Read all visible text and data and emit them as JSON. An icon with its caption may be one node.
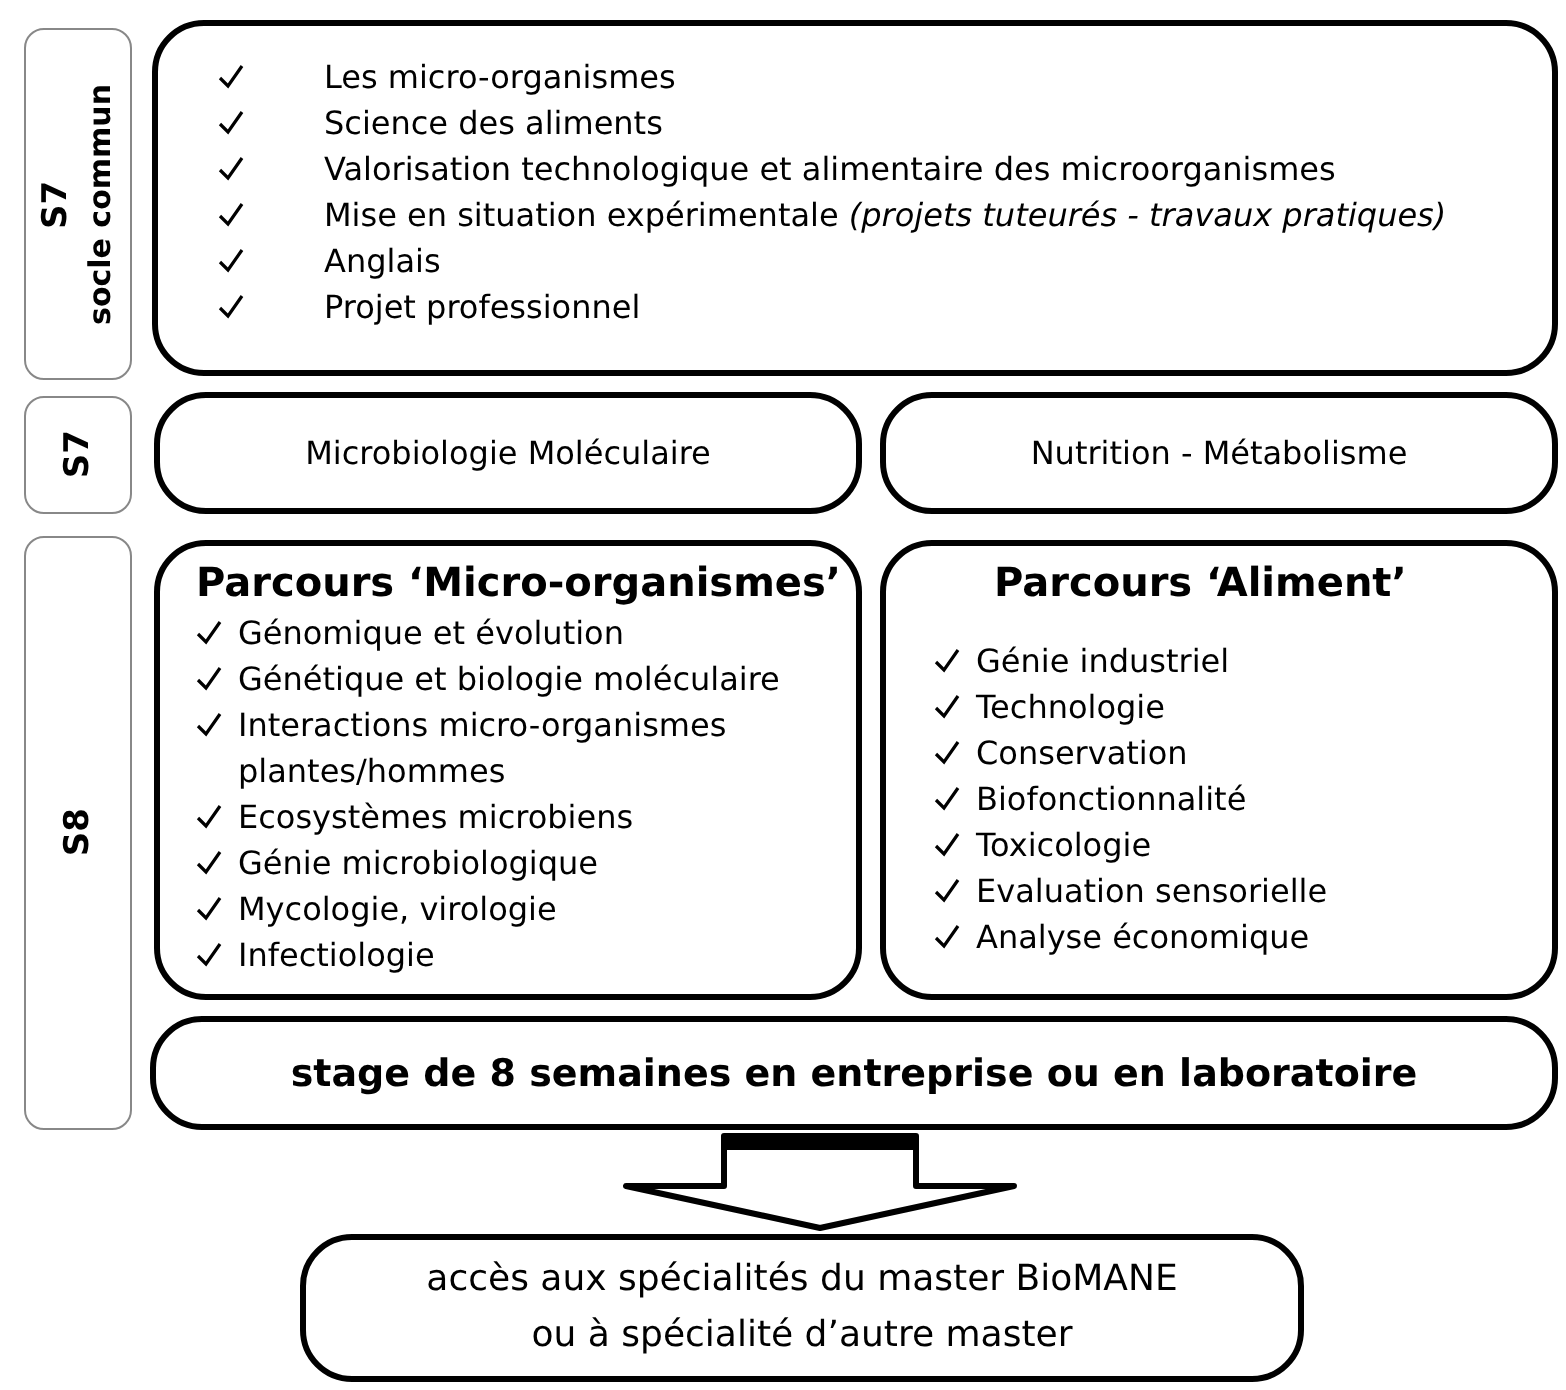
{
  "diagram": {
    "nodes": [
      {
        "text": [
          "S7",
          "socle commun"
        ]
      },
      {
        "text": [
          "Les micro-organismes",
          "Science des aliments",
          "Valorisation technologique et alimentaire des microorganismes",
          "Mise en situation expérimentale *(projets tuteurés - travaux pratiques)*",
          "Anglais",
          "Projet professionnel"
        ]
      },
      {
        "text": [
          "S7"
        ]
      },
      {
        "text": [
          "Microbiologie Moléculaire"
        ]
      },
      {
        "text": [
          "Nutrition - Métabolisme"
        ]
      },
      {
        "text": [
          "S8"
        ]
      },
      {
        "text": [
          "Parcours ‘Micro-organismes’",
          "Génomique et évolution",
          "Génétique et biologie moléculaire",
          "Interactions micro-organismes plantes/hommes",
          "Ecosystèmes microbiens",
          "Génie microbiologique",
          "Mycologie, virologie",
          "Infectiologie"
        ]
      },
      {
        "text": [
          "Parcours ‘Aliment’",
          "Génie industriel",
          "Technologie",
          "Conservation",
          "Biofonctionnalité",
          "Toxicologie",
          "Evaluation sensorielle",
          "Analyse économique"
        ]
      },
      {
        "text": [
          "stage de 8 semaines en entreprise ou en laboratoire"
        ]
      },
      {
        "text": [
          "accès aux spécialités du master BioMANE ou à spécialité d’autre master"
        ]
      }
    ],
    "edges": [
      {
        "from": 8,
        "to": 9,
        "arrow": "to",
        "style": "thick"
      }
    ]
  }
}
